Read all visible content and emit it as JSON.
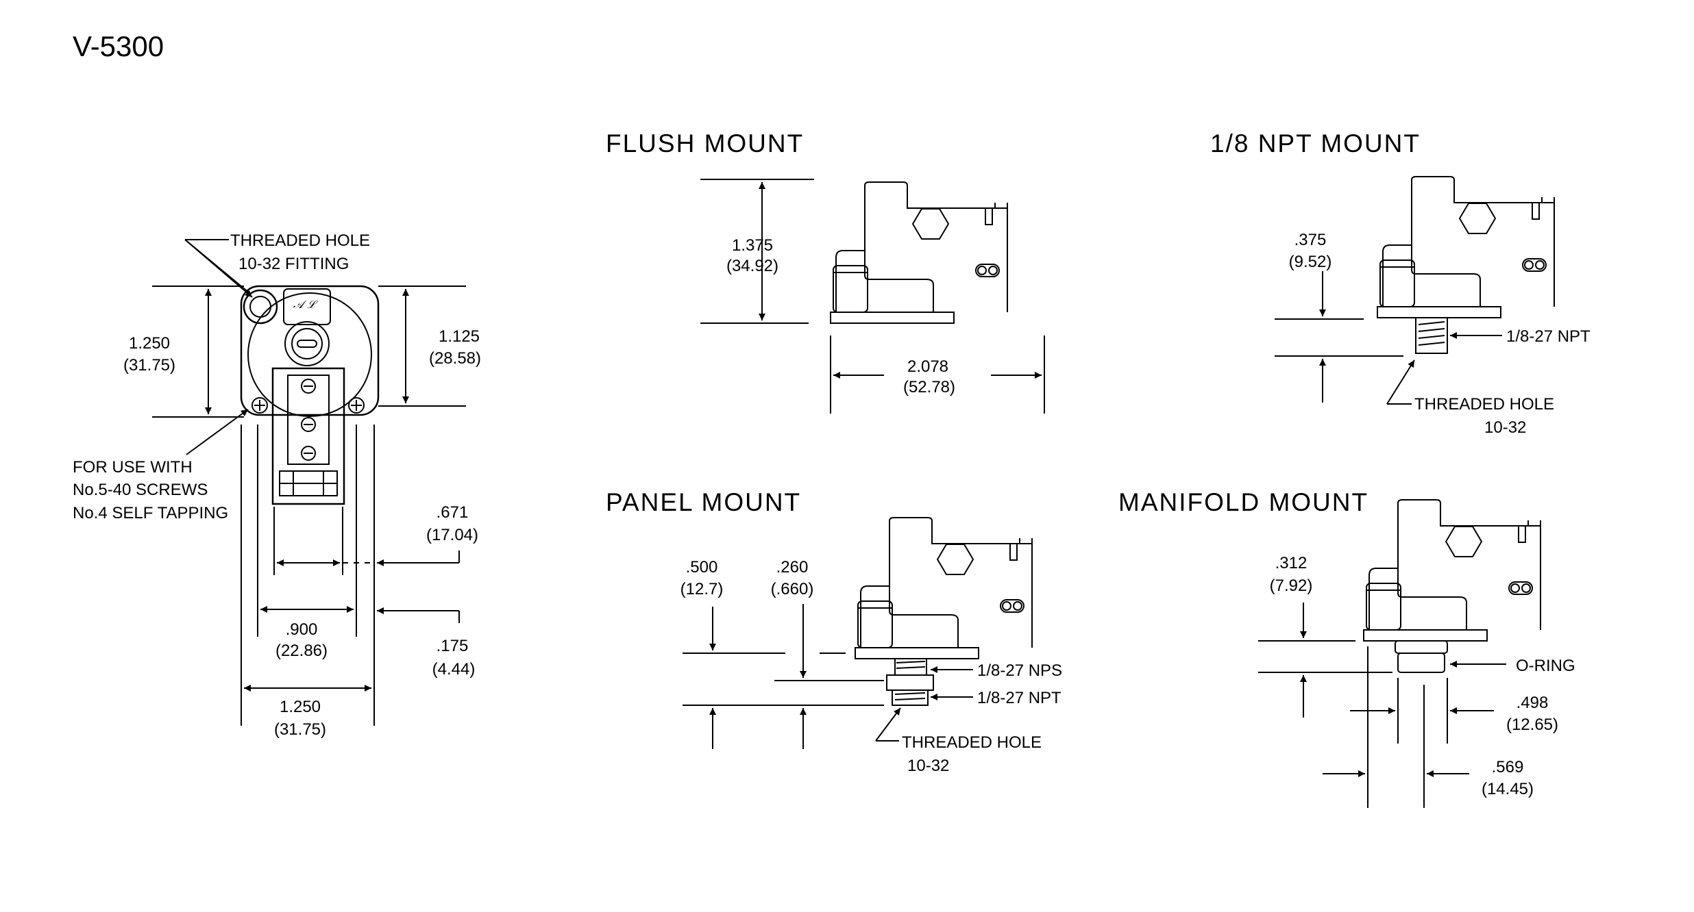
{
  "page_title": "V-5300",
  "front_view": {
    "callout_threaded_hole": "THREADED HOLE",
    "callout_fitting": "10-32 FITTING",
    "height_in": "1.250",
    "height_mm": "(31.75)",
    "height2_in": "1.125",
    "height2_mm": "(28.58)",
    "screws_line1": "FOR USE WITH",
    "screws_line2": "No.5-40 SCREWS",
    "screws_line3": "No.4 SELF TAPPING",
    "dim_671_in": ".671",
    "dim_671_mm": "(17.04)",
    "dim_900_in": ".900",
    "dim_900_mm": "(22.86)",
    "dim_175_in": ".175",
    "dim_175_mm": "(4.44)",
    "width_in": "1.250",
    "width_mm": "(31.75)"
  },
  "flush_mount": {
    "title": "FLUSH MOUNT",
    "height_in": "1.375",
    "height_mm": "(34.92)",
    "width_in": "2.078",
    "width_mm": "(52.78)"
  },
  "npt_mount": {
    "title": "1/8 NPT MOUNT",
    "dim_in": ".375",
    "dim_mm": "(9.52)",
    "thread_label": "1/8-27 NPT",
    "hole_label": "THREADED HOLE",
    "hole_size": "10-32"
  },
  "panel_mount": {
    "title": "PANEL MOUNT",
    "dim1_in": ".500",
    "dim1_mm": "(12.7)",
    "dim2_in": ".260",
    "dim2_mm": "(.660)",
    "nps_label": "1/8-27 NPS",
    "npt_label": "1/8-27 NPT",
    "hole_label": "THREADED HOLE",
    "hole_size": "10-32"
  },
  "manifold_mount": {
    "title": "MANIFOLD  MOUNT",
    "dim1_in": ".312",
    "dim1_mm": "(7.92)",
    "oring_label": "O-RING",
    "dim2_in": ".498",
    "dim2_mm": "(12.65)",
    "dim3_in": ".569",
    "dim3_mm": "(14.45)"
  }
}
